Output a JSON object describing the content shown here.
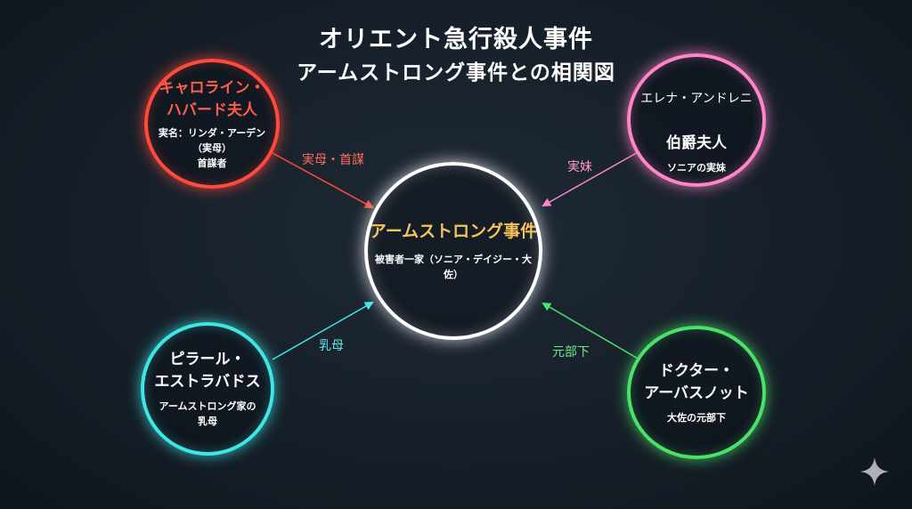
{
  "title": {
    "line1": "オリエント急行殺人事件",
    "line2": "アームストロング事件との相関図"
  },
  "colors": {
    "center": "#ffffff",
    "center_title": "#f3c35c",
    "caroline": "#ff4a3d",
    "elena": "#ff85c8",
    "pilar": "#3fe6e6",
    "arbuthnot": "#4be26a"
  },
  "nodes": {
    "center": {
      "name": "アームストロング事件",
      "note": "被害者一家（ソニア・デイジー・大佐）"
    },
    "caroline": {
      "name": "キャロライン・\nハバード夫人",
      "note": "実名：リンダ・アーデン\n（実母）\n首謀者"
    },
    "elena": {
      "name_line1": "エレナ・アンドレニ",
      "name_line2": "伯爵夫人",
      "note": "ソニアの実妹"
    },
    "pilar": {
      "name": "ピラール・\nエストラバドス",
      "note": "アームストロング家の\n乳母"
    },
    "arbuthnot": {
      "name": "ドクター・\nアーバスノット",
      "note": "大佐の元部下"
    }
  },
  "relations": {
    "caroline": "実母・首謀",
    "elena": "実妹",
    "pilar": "乳母",
    "arbuthnot": "元部下"
  },
  "decorations": {
    "corner_icon": "sparkle-icon"
  }
}
